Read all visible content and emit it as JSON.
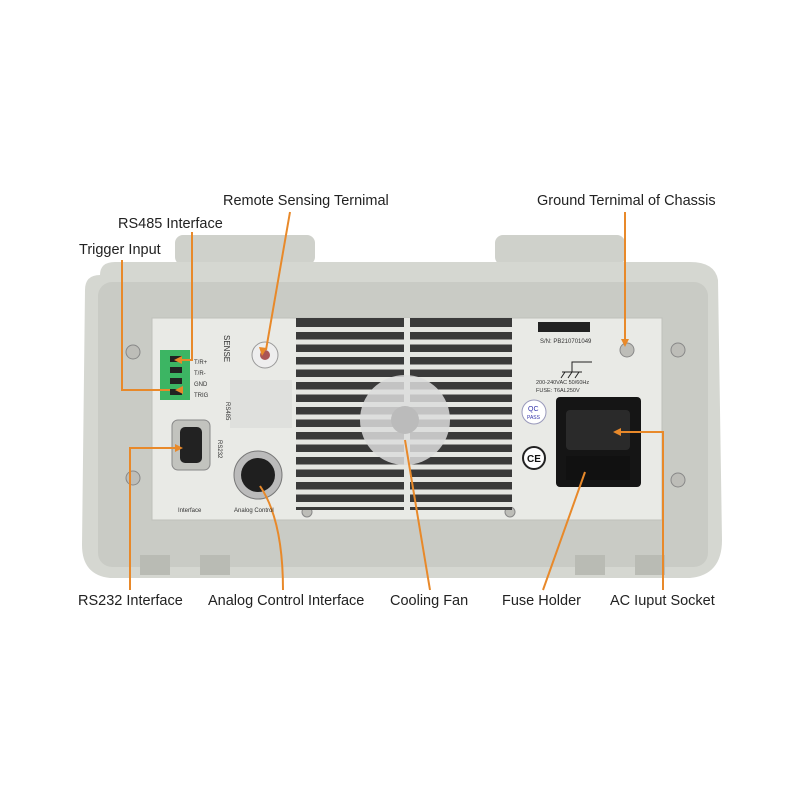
{
  "callouts": {
    "remote_sensing": "Remote Sensing Ternimal",
    "ground": "Ground Ternimal of Chassis",
    "rs485": "RS485 Interface",
    "trigger": "Trigger Input",
    "rs232": "RS232 Interface",
    "analog": "Analog Control Interface",
    "fan": "Cooling Fan",
    "fuse": "Fuse Holder",
    "ac": "AC Iuput Socket"
  },
  "panel": {
    "terminal_pins": [
      "T/R+",
      "T/R-",
      "GND",
      "TRIG"
    ],
    "sense": "SENSE",
    "rs485": "RS485",
    "rs232": "RS232",
    "interface": "Interface",
    "analog_control": "Analog Control",
    "serial": "S/N: PB210701049",
    "rating": "200-240VAC 50/60Hz",
    "fuse": "FUSE: T6AL250V",
    "qc": "QC",
    "pass": "PASS",
    "ce": "CE"
  },
  "colors": {
    "callout": "#e8892a",
    "body": "#d4d6d0",
    "panel": "#e9eae6"
  }
}
